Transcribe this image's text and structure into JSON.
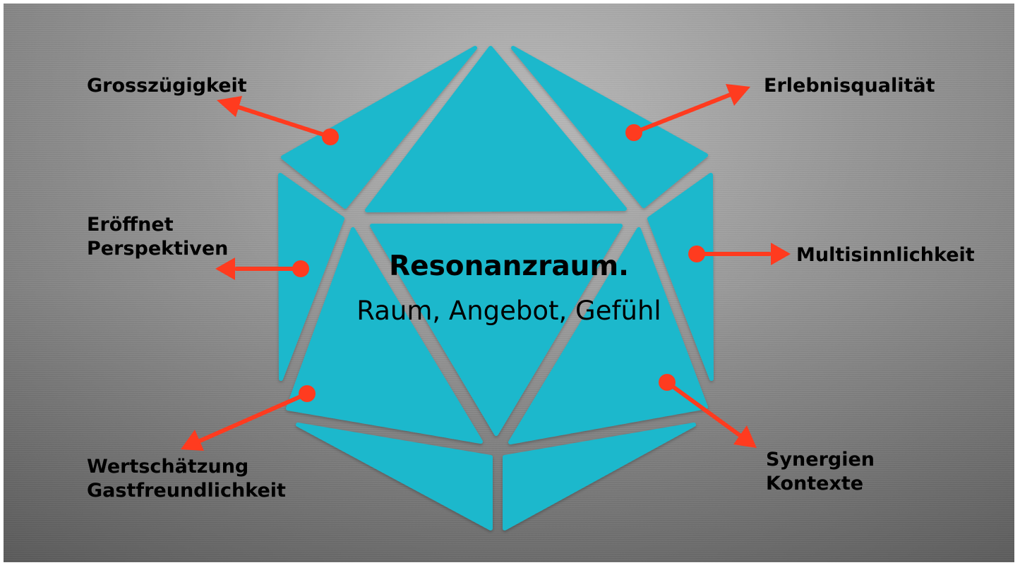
{
  "center": {
    "title": "Resonanzraum.",
    "subtitle": "Raum, Angebot, Gefühl"
  },
  "labels": {
    "grosszuegigkeit": "Grosszügigkeit",
    "erlebnisqualitaet": "Erlebnisqualität",
    "eroeffnet_line1": "Eröffnet",
    "eroeffnet_line2": "Perspektiven",
    "multisinnlichkeit": "Multisinnlichkeit",
    "wertschaetzung_line1": "Wertschätzung",
    "wertschaetzung_line2": "Gastfreundlichkeit",
    "synergien_line1": "Synergien",
    "synergien_line2": "Kontexte"
  },
  "colors": {
    "facet": "#1cb8cc",
    "arrow": "#ff3b1f",
    "background": "#8a8a8a"
  }
}
